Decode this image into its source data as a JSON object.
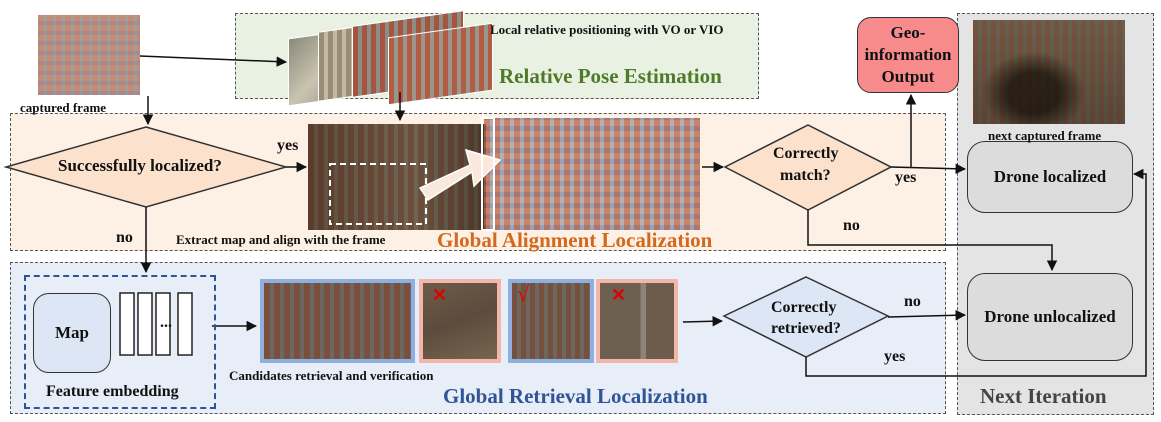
{
  "colors": {
    "relative_panel": "#e9f1e2",
    "alignment_panel": "#fdf0e4",
    "retrieval_panel": "#e8eef8",
    "next_panel": "#e4e4e4",
    "alignment_title": "#d2691e",
    "retrieval_title": "#2f5597",
    "relative_title": "#4f7a28",
    "geo_box": "#f78b8b",
    "diamond_orange": "#fce1cc",
    "diamond_blue": "#dce6f5",
    "drone_box": "#dcdcdc",
    "reject_mark": "#e00000"
  },
  "labels": {
    "captured_frame": "captured frame",
    "local_positioning": "Local relative positioning with VO or VIO",
    "relative_pose": "Relative Pose Estimation",
    "geo_output_line1": "Geo-information",
    "geo_output_line2": "Output",
    "next_captured_frame": "next captured frame",
    "successfully_localized": "Successfully localized?",
    "yes_1": "yes",
    "no_1": "no",
    "extract_map": "Extract map and align with the frame",
    "global_alignment": "Global Alignment Localization",
    "correctly_match_line1": "Correctly",
    "correctly_match_line2": "match?",
    "yes_2": "yes",
    "no_2": "no",
    "drone_localized": "Drone localized",
    "map": "Map",
    "ellipsis": "...",
    "feature_embedding": "Feature embedding",
    "candidates": "Candidates retrieval and verification",
    "correctly_retrieved_line1": "Correctly",
    "correctly_retrieved_line2": "retrieved?",
    "no_3": "no",
    "yes_3": "yes",
    "drone_unlocalized": "Drone unlocalized",
    "global_retrieval": "Global Retrieval Localization",
    "next_iteration": "Next Iteration",
    "reject_symbol": "✕",
    "accept_symbol": "√"
  }
}
